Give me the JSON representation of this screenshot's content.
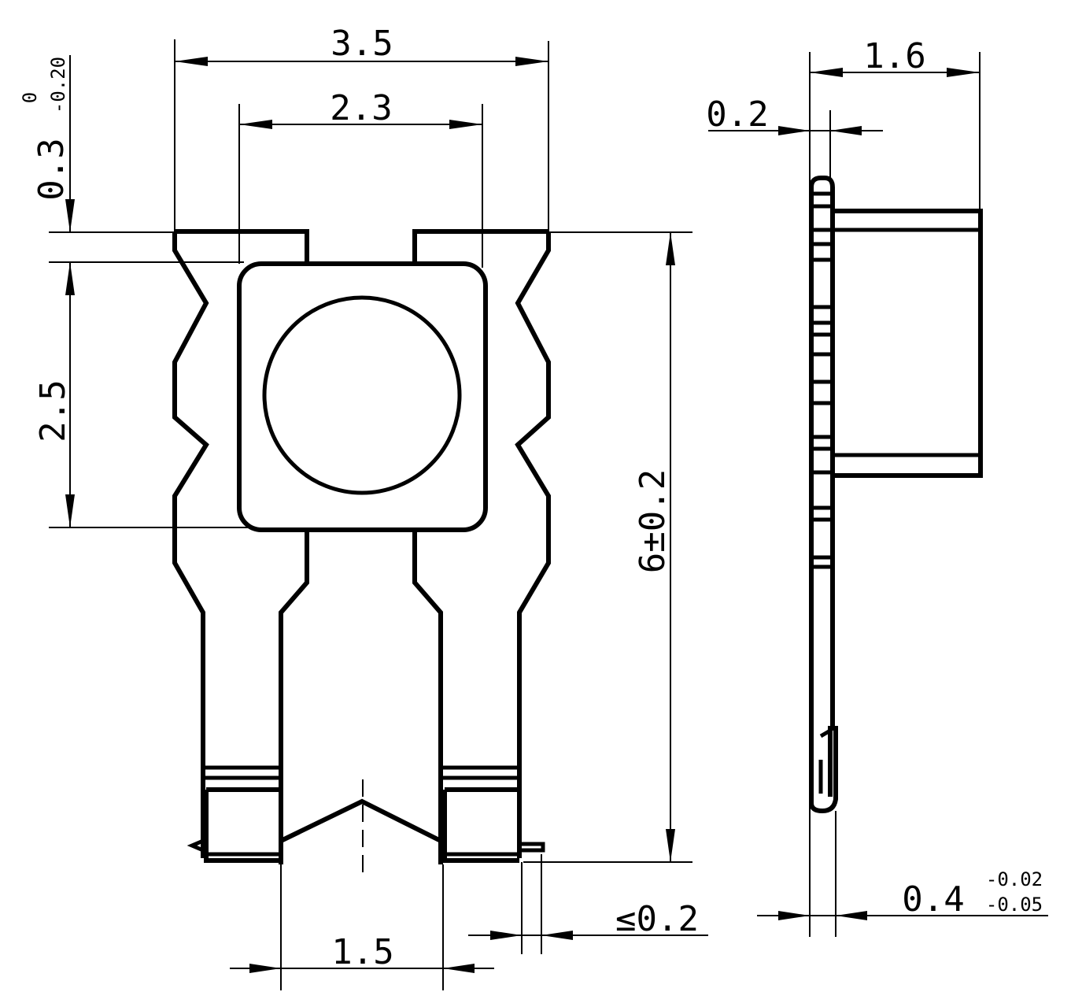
{
  "front_view": {
    "dim_width_outer": "3.5",
    "dim_width_inner": "2.3",
    "dim_top_thickness": "0.3",
    "dim_top_tol_upper": "0",
    "dim_top_tol_lower": "-0.20",
    "dim_square": "2.5",
    "dim_height": "6±0.2",
    "dim_lead_gap": "1.5",
    "dim_lead_offset": "≤0.2"
  },
  "side_view": {
    "dim_depth": "1.6",
    "dim_plate": "0.2",
    "dim_thickness": "0.4",
    "dim_thickness_tol_upper": "-0.02",
    "dim_thickness_tol_lower": "-0.05"
  }
}
